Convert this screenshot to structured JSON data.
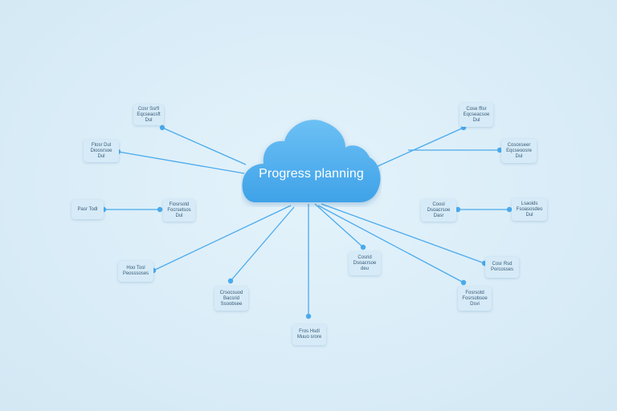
{
  "hub": {
    "label": "Progress planning",
    "color": "#4aaaec",
    "color_light": "#6cc0f4"
  },
  "link_color": "#4aaaec",
  "nodes": [
    {
      "id": "n1",
      "text": "Cosr Ssrfl\nEqcseacsft\nDul"
    },
    {
      "id": "n2",
      "text": "Ftosr Dul\nDioosrsoe\nDul"
    },
    {
      "id": "n3",
      "text": "Pasr Todl"
    },
    {
      "id": "n4",
      "text": "Fiosrsotd\nFocrsetsos\nDul"
    },
    {
      "id": "n5",
      "text": "Hoo Tosl\nPeosssoses"
    },
    {
      "id": "n6",
      "text": "Crsocsuod\nBacsrid\nSsoobsee"
    },
    {
      "id": "n7",
      "text": "Fros Hsdl\nMuuo srore"
    },
    {
      "id": "n8",
      "text": "Cosrid\nDsoacrsoe\ndeu"
    },
    {
      "id": "n9",
      "text": "Fosrsotd\nFosrsobsoe\nDsvi"
    },
    {
      "id": "n10",
      "text": "Cosr Rsd\nPorcosses"
    },
    {
      "id": "n11",
      "text": "Coosl\nDsoacrsoe\nDasr"
    },
    {
      "id": "n12",
      "text": "Lsaoids\nFsoasosdeo\nDul"
    },
    {
      "id": "n13",
      "text": "Cosoxseer\nEqcseoosre\nDul"
    },
    {
      "id": "n14",
      "text": "Cose ffisr\nEqcseacsoe\nDul"
    }
  ]
}
